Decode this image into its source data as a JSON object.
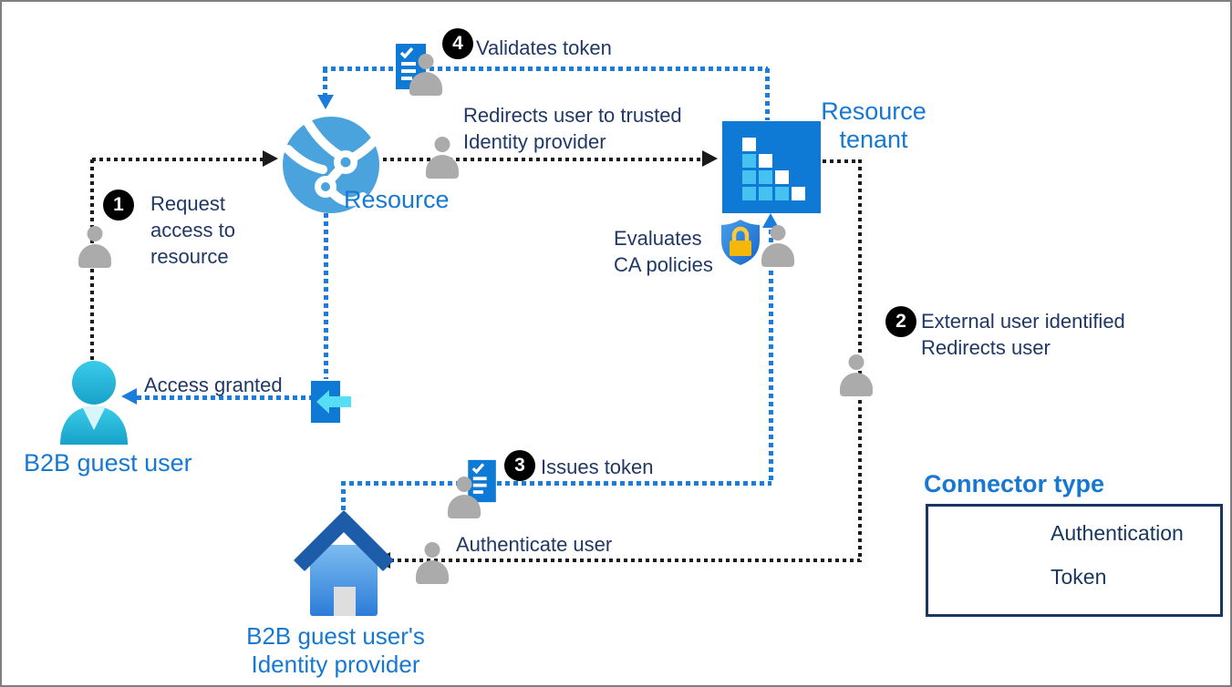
{
  "nodes": {
    "b2b_user": {
      "label": "B2B guest user",
      "icon": "b2b-guest-user-icon"
    },
    "resource": {
      "label": "Resource",
      "icon": "globe-network-icon"
    },
    "tenant": {
      "line1": "Resource",
      "line2": "tenant",
      "icon": "tenant-building-icon"
    },
    "idp": {
      "line1": "B2B guest user's",
      "line2": "Identity provider",
      "icon": "home-icon"
    }
  },
  "steps": {
    "s1": {
      "num": "1",
      "line1": "Request",
      "line2": "access to",
      "line3": "resource"
    },
    "s2": {
      "num": "2",
      "line1": "External user identified",
      "line2": "Redirects user"
    },
    "s3": {
      "num": "3",
      "label": "Issues token"
    },
    "s4": {
      "num": "4",
      "label": "Validates token"
    }
  },
  "edge_labels": {
    "redirect": {
      "line1": "Redirects user to trusted",
      "line2": "Identity provider"
    },
    "evaluate": {
      "line1": "Evaluates",
      "line2": "CA policies"
    },
    "access_granted": "Access granted",
    "authenticate": "Authenticate user"
  },
  "legend": {
    "title": "Connector type",
    "items": [
      {
        "label": "Authentication",
        "connector": "black-dotted-arrow",
        "color": "#1A1A1A"
      },
      {
        "label": "Token",
        "connector": "blue-dotted-arrow",
        "color": "#1B7CDB"
      }
    ]
  },
  "icons": [
    "user-silhouette-icon",
    "token-document-icon",
    "shield-lock-icon",
    "door-sign-in-icon"
  ],
  "colors": {
    "label_blue": "#1778D2",
    "step_text_navy": "#1F3864",
    "auth_line_black": "#1A1A1A",
    "token_line_blue": "#1B7CDB",
    "tenant_blue": "#0E7AD5",
    "tenant_square_cyan": "#45C2F0",
    "person_gray": "#ABABAB",
    "legend_border_navy": "#17375E"
  }
}
